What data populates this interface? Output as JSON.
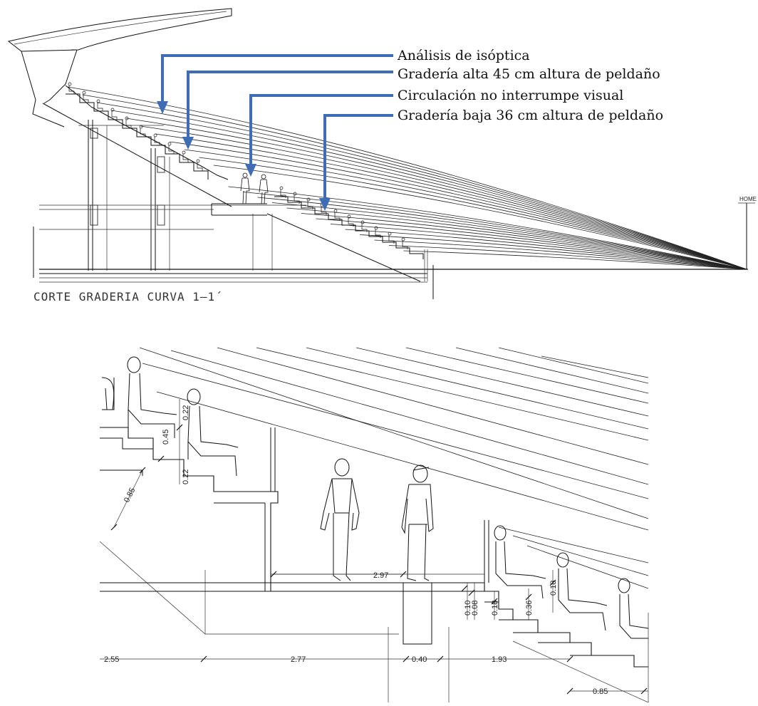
{
  "annotations": [
    {
      "text": "Análisis de isóptica"
    },
    {
      "text": "Gradería alta 45 cm altura de peldaño"
    },
    {
      "text": "Circulación no interrumpe visual"
    },
    {
      "text": "Gradería baja 36 cm altura de peldaño"
    }
  ],
  "section_title": "CORTE GRADERIA CURVA 1–1´",
  "home_label": "HOME",
  "dimensions": {
    "d_0_85_diag": "0.85",
    "d_0_45": "0.45",
    "d_0_22_top": "0.22",
    "d_0_22_bot": "0.22",
    "d_2_97": "2.97",
    "d_0_10": "0.10",
    "d_0_08": "0.08",
    "d_0_18_a": "0.18",
    "d_0_36": "0.36",
    "d_0_18_b": "0.18",
    "d_2_55": "2.55",
    "d_2_77": "2.77",
    "d_0_40": "0.40",
    "d_1_93": "1.93",
    "d_0_85_bot": "0.85"
  },
  "colors": {
    "arrow": "#3e6db5",
    "line": "#111111"
  }
}
